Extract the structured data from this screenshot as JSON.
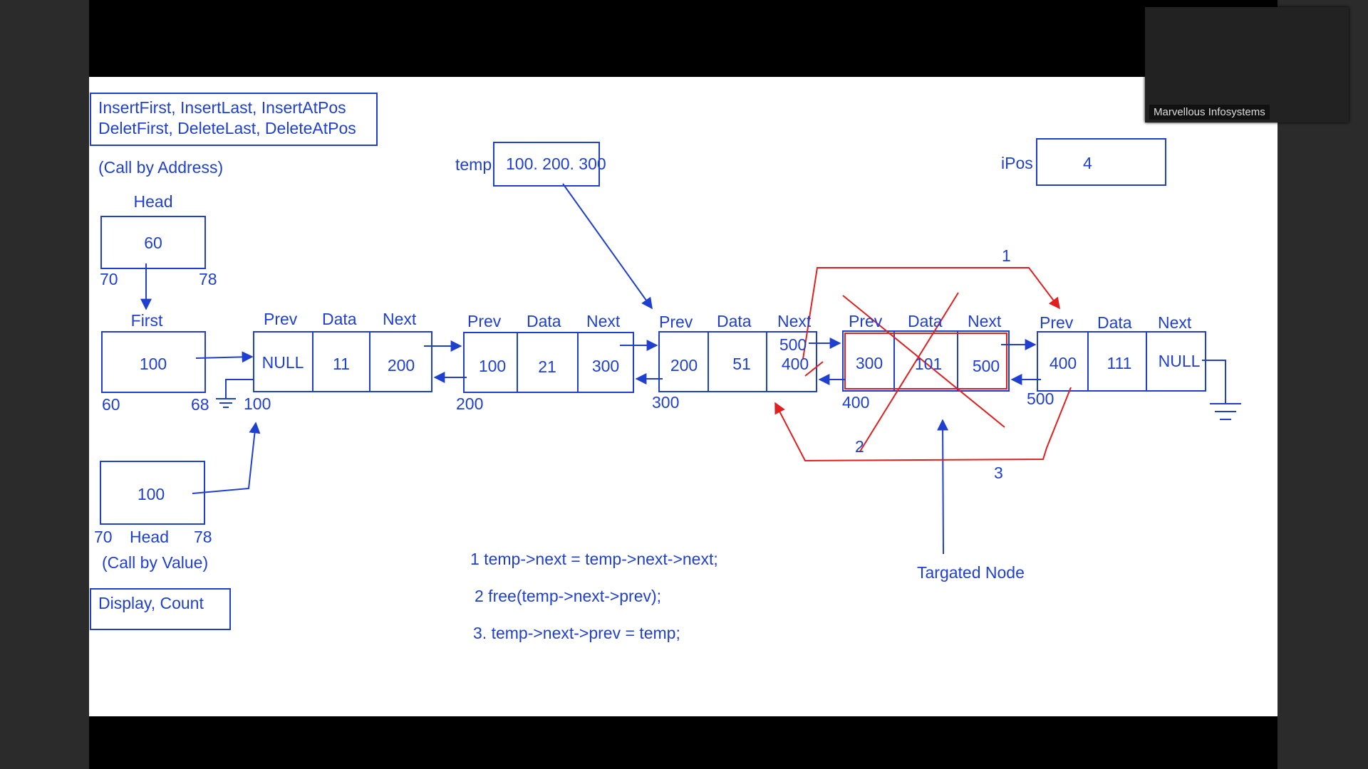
{
  "ops_box": {
    "line1": "InsertFirst, InsertLast, InsertAtPos",
    "line2": "DeletFirst, DeleteLast, DeleteAtPos"
  },
  "call_by_address": "(Call by Address)",
  "head_top": {
    "label": "Head",
    "value": "60",
    "addr_left": "70",
    "addr_right": "78"
  },
  "first": {
    "label": "First",
    "value": "100",
    "addr_left": "60",
    "addr_right": "68"
  },
  "head_bottom": {
    "value": "100",
    "addr_left": "70",
    "label": "Head",
    "addr_right": "78"
  },
  "call_by_value": "(Call by Value)",
  "display_box": "Display, Count",
  "temp": {
    "label": "temp",
    "value": "100. 200. 300"
  },
  "ipos": {
    "label": "iPos",
    "value": "4"
  },
  "field_headers": {
    "prev": "Prev",
    "data": "Data",
    "next": "Next"
  },
  "nodes": [
    {
      "address": "100",
      "prev": "NULL",
      "data": "11",
      "next": "200"
    },
    {
      "address": "200",
      "prev": "100",
      "data": "21",
      "next": "300"
    },
    {
      "address": "300",
      "prev": "200",
      "data": "51",
      "next": "400",
      "next_new": "500"
    },
    {
      "address": "400",
      "prev": "300",
      "data": "101",
      "next": "500"
    },
    {
      "address": "500",
      "prev": "400",
      "data": "111",
      "next": "NULL"
    }
  ],
  "step_markers": {
    "one": "1",
    "two": "2",
    "three": "3"
  },
  "targeted_node": "Targated Node",
  "steps": [
    "1  temp->next = temp->next->next;",
    "2  free(temp->next->prev);",
    "3. temp->next->prev = temp;"
  ],
  "webcam_label": "Marvellous Infosystems",
  "colors": {
    "ink": "#1f3fd0",
    "annotation": "#e02020"
  }
}
